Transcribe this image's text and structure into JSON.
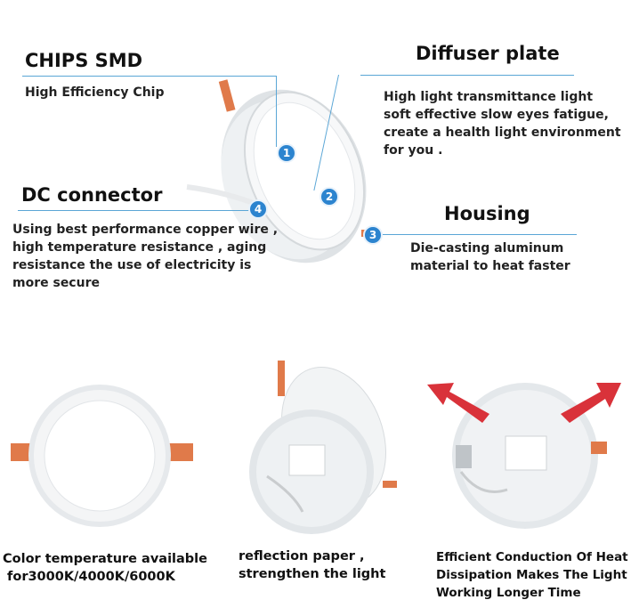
{
  "callouts": {
    "chips": {
      "title": "CHIPS SMD",
      "lines": [
        "High Efficiency Chip"
      ],
      "badge": "1"
    },
    "diffuser": {
      "title": "Diffuser plate",
      "lines": [
        "High light transmittance light",
        "soft effective slow eyes fatigue,",
        "create a health light environment",
        "for you ."
      ],
      "badge": "2"
    },
    "housing": {
      "title": "Housing",
      "lines": [
        "Die-casting aluminum",
        "material to heat faster"
      ],
      "badge": "3"
    },
    "dc": {
      "title": "DC connector",
      "lines": [
        "Using best performance copper wire ,",
        "high temperature resistance , aging",
        "resistance the use of electricity is",
        "more secure"
      ],
      "badge": "4"
    }
  },
  "captions": {
    "left": [
      "Color temperature available",
      " for3000K/4000K/6000K"
    ],
    "middle": [
      "reflection paper ,",
      "strengthen the light"
    ],
    "right": [
      "Efficient Conduction Of Heat",
      "Dissipation Makes The Light",
      "Working Longer Time"
    ]
  },
  "colors": {
    "accent_line": "#5aa6d6",
    "badge": "#2c84cf",
    "spring": "#e07a4a",
    "arrow": "#d9323a"
  }
}
